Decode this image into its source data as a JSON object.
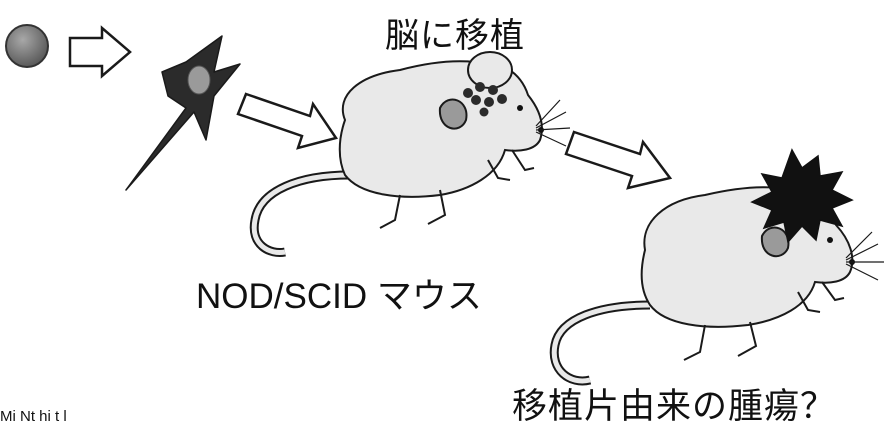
{
  "labels": {
    "transplant": "脳に移植",
    "mouse_strain": "NOD/SCID マウス",
    "tumor_question": "移植片由来の腫瘍？",
    "credit": "Mi   Nt hi t l"
  },
  "colors": {
    "outline": "#1a1a1a",
    "mouse_body": "#e9e9e9",
    "cell_dark": "#2b2b2b",
    "nucleus": "#9a9a9a",
    "sphere": "#7a7a7a",
    "tumor": "#111111"
  },
  "icons": [
    "stem-cell-sphere",
    "arrow-right",
    "neural-cell",
    "mouse",
    "transplanted-cells",
    "mouse-with-tumor",
    "tumor-burst"
  ]
}
